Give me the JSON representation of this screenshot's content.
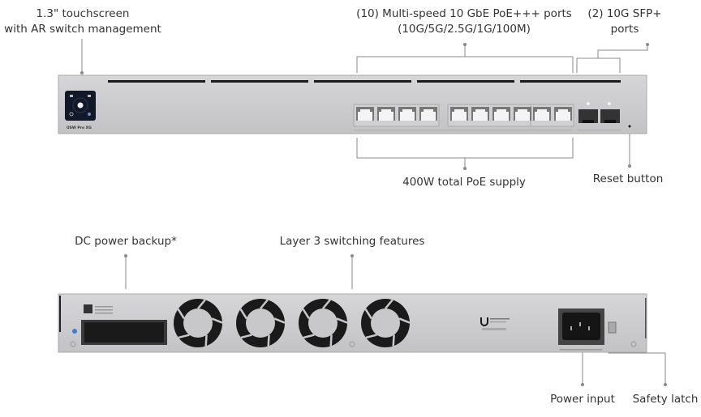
{
  "callouts": {
    "touchscreen": [
      "1.3\" touchscreen",
      "with AR switch management"
    ],
    "ports": [
      "(10) Multi-speed 10 GbE PoE+++ ports",
      "(10G/5G/2.5G/1G/100M)"
    ],
    "sfp": [
      "(2) 10G SFP+",
      "ports"
    ],
    "poe": "400W total PoE supply",
    "reset": "Reset button",
    "dc": "DC power backup*",
    "layer3": "Layer 3 switching features",
    "power": "Power input",
    "latch": "Safety latch"
  },
  "front": {
    "model_label": "USW Pro XG"
  },
  "colors": {
    "chassis": "#c9c9cb",
    "vent": "#1b1b1b",
    "line": "#8a8a8a",
    "text": "#333333"
  }
}
